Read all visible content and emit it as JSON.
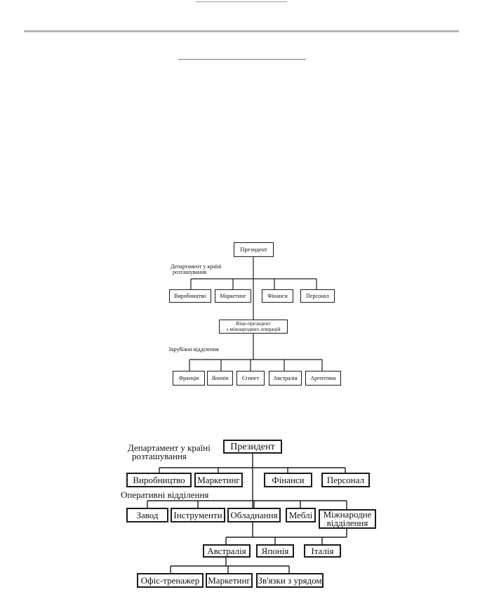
{
  "chart_1": {
    "root": "Президент",
    "dept_label_line1": "Департамент у країні",
    "dept_label_line2": "розташування",
    "departments": [
      "Виробництво",
      "Маркетинг",
      "Фінанси",
      "Персонал"
    ],
    "vp_line1": "Віце-президент",
    "vp_line2": "з міжнародних операцій",
    "foreign_label": "Зарубіжні відділення",
    "countries": [
      "Франція",
      "Японія",
      "Єгипет",
      "Австралія",
      "Аргентина"
    ]
  },
  "chart_2": {
    "root": "Президент",
    "dept_label_line1": "Департамент у країні",
    "dept_label_line2": "розташування",
    "departments": [
      "Виробництво",
      "Маркетинг",
      "Фінанси",
      "Персонал"
    ],
    "ops_label": "Оперативні відділення",
    "operations": [
      "Завод",
      "Інструменти",
      "Обладнання",
      "Меблі"
    ],
    "intl_line1": "Міжнародне",
    "intl_line2": "відділення",
    "countries": [
      "Австралія",
      "Японія",
      "Італія"
    ],
    "australia_units": [
      "Офіс-тренажер",
      "Маркетинг",
      "Зв'язки з урядом"
    ]
  }
}
